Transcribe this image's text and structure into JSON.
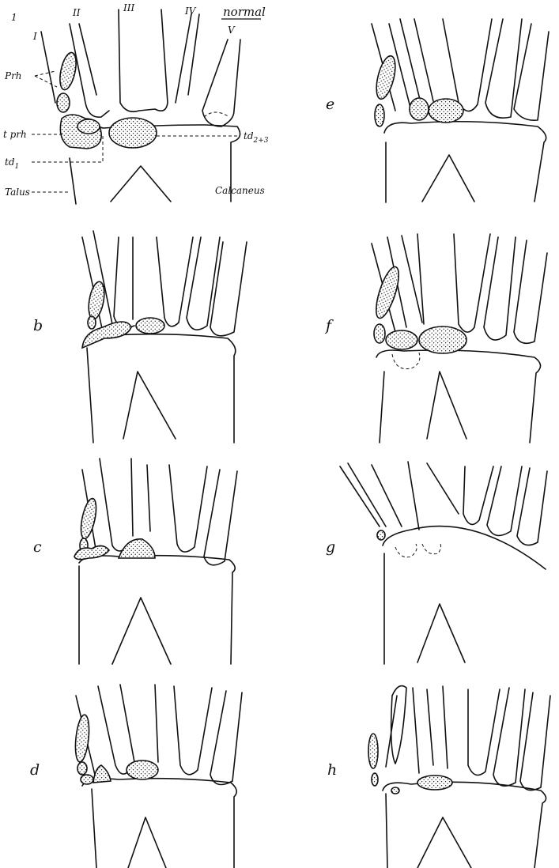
{
  "figure": {
    "number": "1",
    "normal_label": "normal",
    "digit_labels": [
      "I",
      "II",
      "III",
      "IV",
      "V"
    ],
    "labels": {
      "prh": "Prh",
      "tprh": "t prh",
      "td1_base": "td",
      "td1_sub": "1",
      "td23_base": "td",
      "td23_sub": "2+3",
      "talus": "Talus",
      "calcaneus": "Calcaneus"
    },
    "panels": [
      "b",
      "c",
      "d",
      "e",
      "f",
      "g",
      "h"
    ]
  }
}
